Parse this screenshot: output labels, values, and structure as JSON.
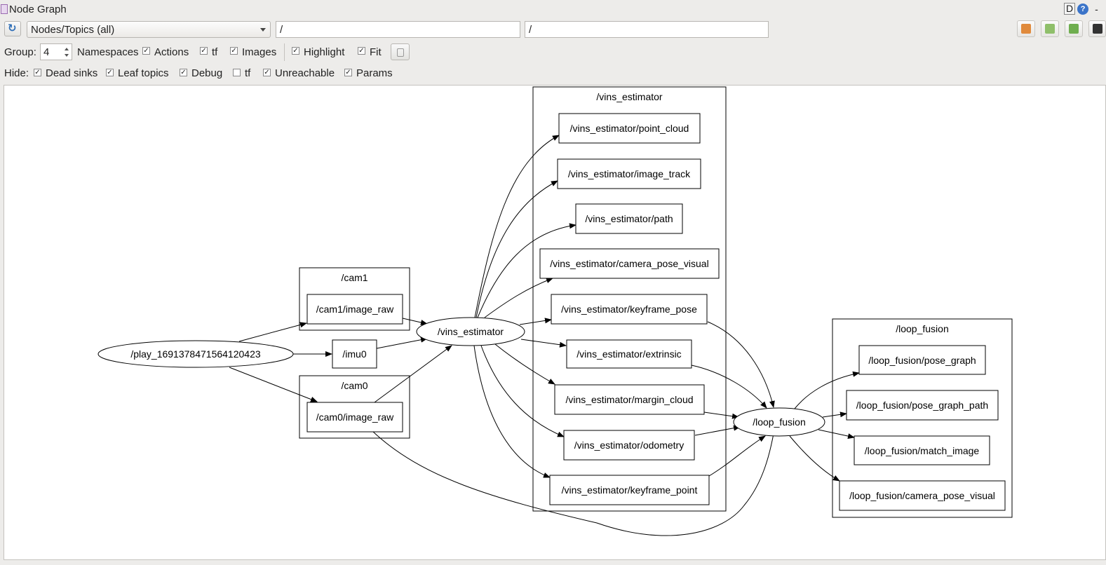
{
  "window": {
    "title": "Node Graph",
    "title_right_d": "D",
    "title_right_help": "?",
    "title_right_dash": "-"
  },
  "toolbar": {
    "graph_mode": "Nodes/Topics (all)",
    "filter_nodes": "/",
    "filter_topics": "/",
    "icons": [
      "open-folder-icon",
      "save-dot-icon",
      "save-svg-icon",
      "screenshot-icon"
    ]
  },
  "options": {
    "group_label": "Group:",
    "group_value": "4",
    "namespaces": "Namespaces",
    "actions": "Actions",
    "tf": "tf",
    "images": "Images",
    "highlight": "Highlight",
    "fit": "Fit"
  },
  "hide": {
    "label": "Hide:",
    "dead_sinks": "Dead sinks",
    "leaf_topics": "Leaf topics",
    "debug": "Debug",
    "tf": "tf",
    "unreachable": "Unreachable",
    "params": "Params"
  },
  "checks": {
    "actions": true,
    "tf": true,
    "images": true,
    "highlight": true,
    "fit": true,
    "dead_sinks": true,
    "leaf_topics": true,
    "debug": true,
    "hide_tf": false,
    "unreachable": true,
    "params": true
  },
  "graph": {
    "clusters": {
      "cam1": "/cam1",
      "cam0": "/cam0",
      "vins": "/vins_estimator",
      "loop": "/loop_fusion"
    },
    "nodes": {
      "play": "/play_1691378471564120423",
      "vins": "/vins_estimator",
      "loop": "/loop_fusion"
    },
    "topics": {
      "cam1_image_raw": "/cam1/image_raw",
      "imu0": "/imu0",
      "cam0_image_raw": "/cam0/image_raw",
      "point_cloud": "/vins_estimator/point_cloud",
      "image_track": "/vins_estimator/image_track",
      "path": "/vins_estimator/path",
      "camera_pose_visual": "/vins_estimator/camera_pose_visual",
      "keyframe_pose": "/vins_estimator/keyframe_pose",
      "extrinsic": "/vins_estimator/extrinsic",
      "margin_cloud": "/vins_estimator/margin_cloud",
      "odometry": "/vins_estimator/odometry",
      "keyframe_point": "/vins_estimator/keyframe_point",
      "lf_pose_graph": "/loop_fusion/pose_graph",
      "lf_pose_graph_path": "/loop_fusion/pose_graph_path",
      "lf_match_image": "/loop_fusion/match_image",
      "lf_camera_pose_visual": "/loop_fusion/camera_pose_visual"
    }
  }
}
